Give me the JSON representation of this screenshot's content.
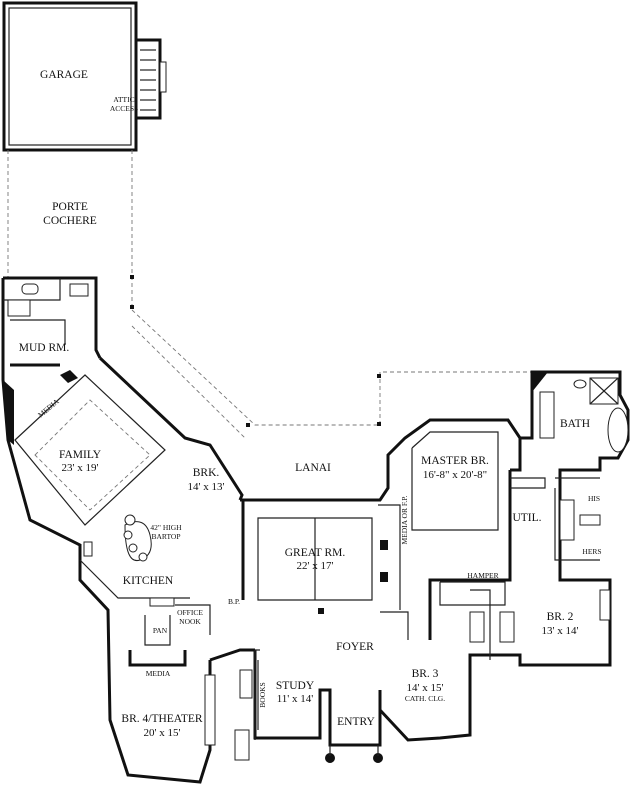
{
  "rooms": {
    "garage": {
      "name": "GARAGE"
    },
    "attic": {
      "line1": "ATTIC",
      "line2": "ACCESS"
    },
    "porte_cochere": {
      "line1": "PORTE",
      "line2": "COCHERE"
    },
    "mud_room": {
      "name": "MUD RM."
    },
    "media_family": {
      "name": "MEDIA"
    },
    "family": {
      "name": "FAMILY",
      "dims": "23' x 19'"
    },
    "brk": {
      "name": "BRK.",
      "dims": "14' x 13'"
    },
    "bartop": {
      "line1": "42\" HIGH",
      "line2": "BARTOP"
    },
    "kitchen": {
      "name": "KITCHEN"
    },
    "lanai": {
      "name": "LANAI"
    },
    "great_rm": {
      "name": "GREAT RM.",
      "dims": "22' x 17'"
    },
    "media_fp": {
      "name": "MEDIA OR F.P."
    },
    "master_br": {
      "name": "MASTER BR.",
      "dims": "16'-8\" x 20'-8\""
    },
    "bath": {
      "name": "BATH"
    },
    "his": {
      "name": "HIS"
    },
    "hers": {
      "name": "HERS"
    },
    "util": {
      "name": "UTIL."
    },
    "hamper": {
      "name": "HAMPER"
    },
    "br2": {
      "name": "BR. 2",
      "dims": "13' x 14'"
    },
    "bp": {
      "name": "B.P."
    },
    "office_nook": {
      "line1": "OFFICE",
      "line2": "NOOK"
    },
    "pan": {
      "name": "PAN"
    },
    "foyer": {
      "name": "FOYER"
    },
    "br3": {
      "name": "BR. 3",
      "dims": "14' x 15'",
      "note": "CATH. CLG."
    },
    "media_theater": {
      "name": "MEDIA"
    },
    "study": {
      "name": "STUDY",
      "dims": "11' x 14'"
    },
    "books": {
      "name": "BOOKS"
    },
    "entry": {
      "name": "ENTRY"
    },
    "br4": {
      "name": "BR. 4/THEATER",
      "dims": "20' x 15'"
    }
  }
}
